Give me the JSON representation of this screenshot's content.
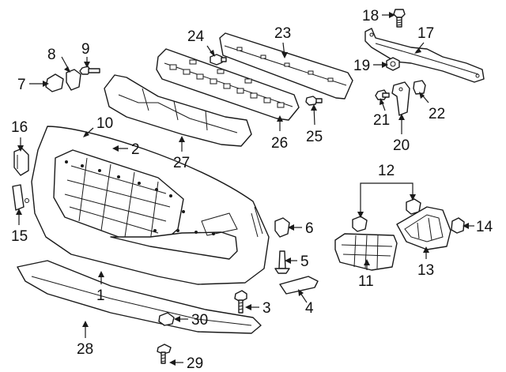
{
  "callouts": {
    "c1": "1",
    "c2": "2",
    "c3": "3",
    "c4": "4",
    "c5": "5",
    "c6": "6",
    "c7": "7",
    "c8": "8",
    "c9": "9",
    "c10": "10",
    "c11": "11",
    "c12": "12",
    "c13": "13",
    "c14": "14",
    "c15": "15",
    "c16": "16",
    "c17": "17",
    "c18": "18",
    "c19": "19",
    "c20": "20",
    "c21": "21",
    "c22": "22",
    "c23": "23",
    "c24": "24",
    "c25": "25",
    "c26": "26",
    "c27": "27",
    "c28": "28",
    "c29": "29",
    "c30": "30"
  },
  "colors": {
    "line": "#1a1a1a",
    "background": "#ffffff"
  }
}
